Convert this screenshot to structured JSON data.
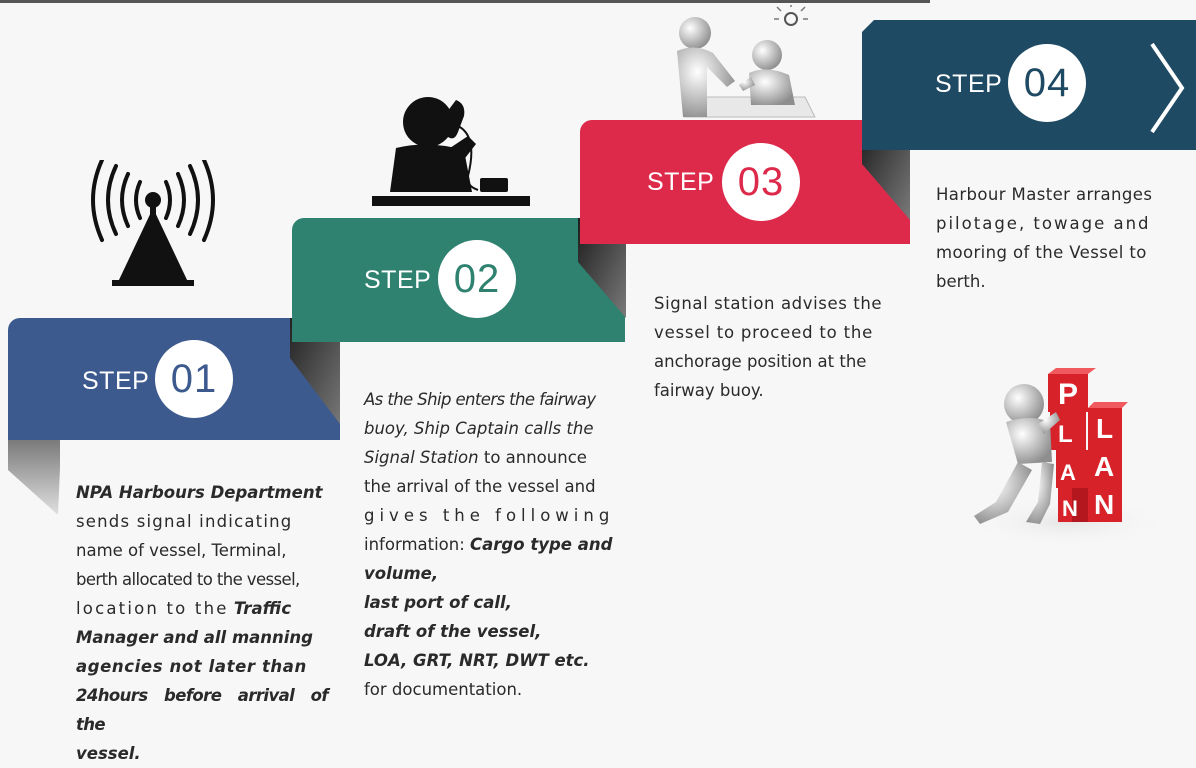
{
  "steps": [
    {
      "label": "STEP",
      "number": "01",
      "color": "#3d5a8e",
      "text": {
        "bold_lead": "NPA Harbours Department",
        "l2": "sends signal indicating",
        "l3": "name of vessel, Terminal,",
        "l4": "berth allocated to the vessel,",
        "l5": "location to the",
        "b5": "Traffic",
        "b6": "Manager and all manning",
        "b7": "agencies not later than",
        "b8": "24hours before arrival of the",
        "b9": "vessel."
      }
    },
    {
      "label": "STEP",
      "number": "02",
      "color": "#2f8270",
      "text": {
        "i1": "As the Ship enters the fairway",
        "i2": "buoy, Ship Captain calls the",
        "i3": "Signal Station",
        "l3": "to announce",
        "l4": "the arrival of the vessel and",
        "l5": "gives the following",
        "l6": "information:",
        "b6": "Cargo type and",
        "b7": "volume,",
        "b8": "last port of call,",
        "b9": "draft of the vessel,",
        "b10": "LOA, GRT, NRT, DWT etc.",
        "l11": "for documentation."
      }
    },
    {
      "label": "STEP",
      "number": "03",
      "color": "#dd2a4b",
      "text": {
        "l1": "Signal station advises the",
        "l2": "vessel to proceed to the",
        "l3": "anchorage position at the",
        "l4": "fairway buoy."
      }
    },
    {
      "label": "STEP",
      "number": "04",
      "color": "#1e4a63",
      "text": {
        "l1": "Harbour Master arranges",
        "l2": "pilotage, towage and",
        "l3": "mooring of the Vessel to",
        "l4": "berth."
      }
    }
  ],
  "icons": [
    "antenna-icon",
    "phone-operator-icon",
    "discussion-figures-icon",
    "plan-blocks-icon"
  ],
  "plan_letters": [
    "P",
    "L",
    "A",
    "N"
  ]
}
